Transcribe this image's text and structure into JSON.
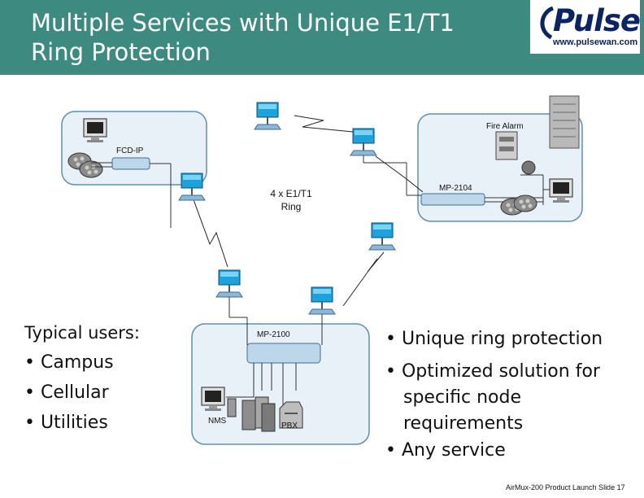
{
  "slide": {
    "title_line1": "Multiple Services with Unique E1/T1",
    "title_line2": "Ring Protection",
    "logo_text": "Pulse",
    "logo_url": "www.pulsewan.com"
  },
  "diagram": {
    "left_site_label": "FCD-IP",
    "right_site_label": "MP-2104",
    "fire_alarm_label": "Fire Alarm",
    "ring_label_1": "4 x E1/T1",
    "ring_label_2": "Ring",
    "bottom_site_label": "MP-2100",
    "nms_label": "NMS",
    "pbx_label": "PBX"
  },
  "left_text": {
    "heading": "Typical users:",
    "items": [
      "Campus",
      "Cellular",
      "Utilities"
    ]
  },
  "right_text": {
    "item1": "Unique ring protection",
    "item2_line1": "Optimized solution for",
    "item2_line2": "specific node",
    "item2_line3": "requirements",
    "item3": "Any service"
  },
  "footer": "AirMux-200 Product Launch  Slide 17"
}
